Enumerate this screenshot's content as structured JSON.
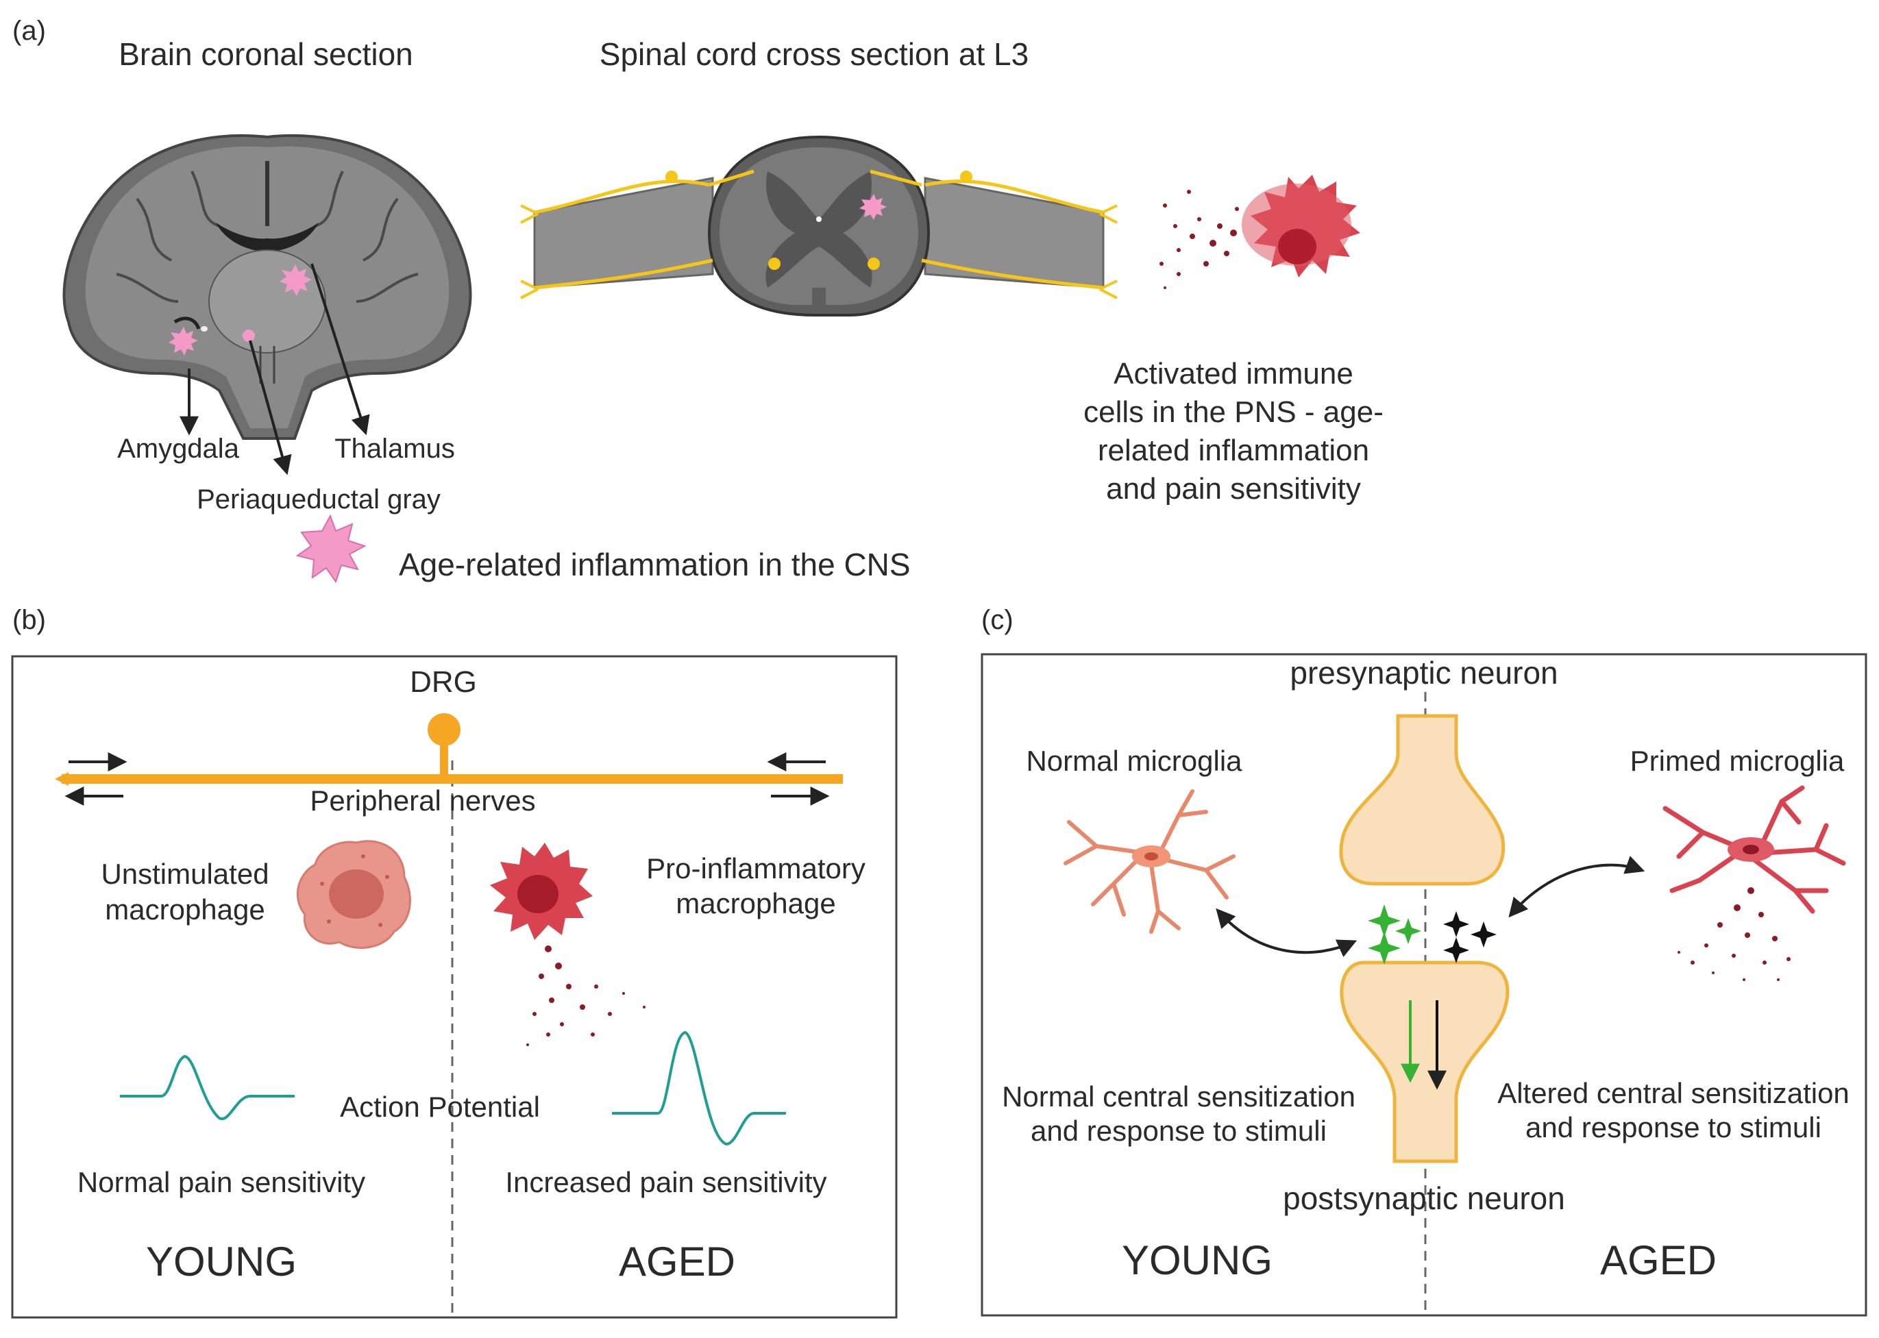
{
  "panel_a": {
    "letter": "(a)",
    "brain_title": "Brain coronal section",
    "spinal_title": "Spinal cord cross section at L3",
    "amygdala": "Amygdala",
    "thalamus": "Thalamus",
    "pag": "Periaqueductal gray",
    "immune_lines": [
      "Activated immune",
      "cells in the PNS - age-",
      "related inflammation",
      "and pain sensitivity"
    ],
    "legend": "Age-related inflammation in the CNS"
  },
  "panel_b": {
    "letter": "(b)",
    "drg": "DRG",
    "nerves": "Peripheral nerves",
    "unstim_lines": [
      "Unstimulated",
      "macrophage"
    ],
    "proinf_lines": [
      "Pro-inflammatory",
      "macrophage"
    ],
    "action_potential": "Action Potential",
    "normal_pain": "Normal pain sensitivity",
    "increased_pain": "Increased pain sensitivity",
    "young": "YOUNG",
    "aged": "AGED"
  },
  "panel_c": {
    "letter": "(c)",
    "presynaptic": "presynaptic neuron",
    "postsynaptic": "postsynaptic neuron",
    "normal_microglia": "Normal microglia",
    "primed_microglia": "Primed microglia",
    "normal_lines": [
      "Normal central sensitization",
      "and response to stimuli"
    ],
    "altered_lines": [
      "Altered central sensitization",
      "and response to stimuli"
    ],
    "young": "YOUNG",
    "aged": "AGED"
  },
  "colors": {
    "nerve": "#f5a623",
    "inflammation_pink": "#f49ac9",
    "macrophage_red": "#d8434f",
    "ap_teal": "#1f9e93",
    "synapse_fill": "#f9e0bb",
    "green": "#33b233"
  }
}
